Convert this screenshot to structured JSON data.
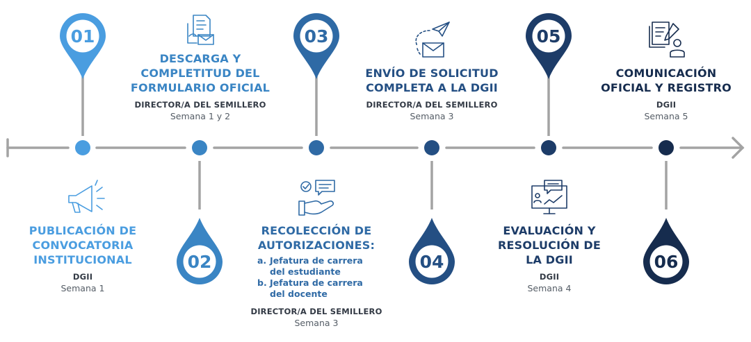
{
  "colors": {
    "line": "#a3a3a3",
    "step1": "#4a9de0",
    "step2": "#3a85c4",
    "step3": "#2f6aa5",
    "step4": "#244f83",
    "step5": "#1d3c68",
    "step6": "#162c4e",
    "text_dark": "#333a45",
    "text_muted": "#555d66"
  },
  "steps": [
    {
      "number": "01",
      "title": [
        "PUBLICACIÓN DE",
        "CONVOCATORIA",
        "INSTITUCIONAL"
      ],
      "role": "DGII",
      "time": "Semana 1",
      "icon": "megaphone-icon"
    },
    {
      "number": "02",
      "title": [
        "DESCARGA Y",
        "COMPLETITUD DEL",
        "FORMULARIO OFICIAL"
      ],
      "role": "DIRECTOR/A DEL SEMILLERO",
      "time": "Semana 1 y 2",
      "icon": "document-form-icon"
    },
    {
      "number": "03",
      "title": [
        "RECOLECCIÓN DE",
        "AUTORIZACIONES:"
      ],
      "items": [
        {
          "marker": "a.",
          "lines": [
            "Jefatura de carrera",
            "del estudiante"
          ]
        },
        {
          "marker": "b.",
          "lines": [
            "Jefatura de carrera",
            "del docente"
          ]
        }
      ],
      "role": "DIRECTOR/A DEL SEMILLERO",
      "time": "Semana 3",
      "icon": "hand-approval-icon"
    },
    {
      "number": "04",
      "title": [
        "ENVÍO DE SOLICITUD",
        "COMPLETA A LA DGII"
      ],
      "role": "DIRECTOR/A DEL SEMILLERO",
      "time": "Semana 3",
      "icon": "paper-plane-envelope-icon"
    },
    {
      "number": "05",
      "title": [
        "EVALUACIÓN Y",
        "RESOLUCIÓN DE",
        "LA DGII"
      ],
      "role": "DGII",
      "time": "Semana 4",
      "icon": "presentation-evaluation-icon"
    },
    {
      "number": "06",
      "title": [
        "COMUNICACIÓN",
        "OFICIAL Y REGISTRO"
      ],
      "role": "DGII",
      "time": "Semana 5",
      "icon": "registration-user-icon"
    }
  ]
}
